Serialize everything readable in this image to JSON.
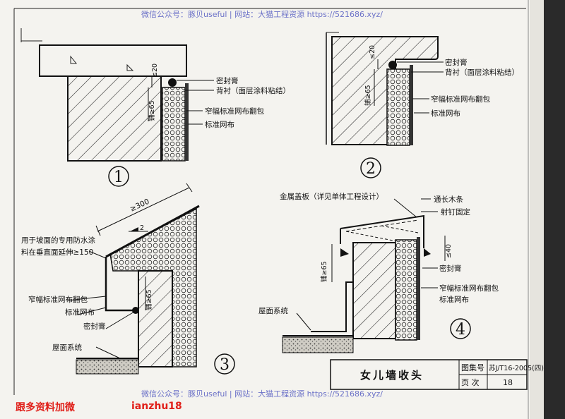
{
  "watermark": {
    "top": "微信公众号：豚贝useful | 网站：大猫工程资源 https://521686.xyz/",
    "bottom": "微信公众号：豚贝useful | 网站：大猫工程资源 https://521686.xyz/"
  },
  "detail1": {
    "number": "1",
    "dim_top": "≤20",
    "dim_side": "铺≥65",
    "labels": [
      "密封膏",
      "背衬（面层涂料粘结）",
      "窄幅标准网布翻包",
      "标准网布"
    ]
  },
  "detail2": {
    "number": "2",
    "dim_top": "≤20",
    "dim_side": "铺≥65",
    "labels": [
      "密封膏",
      "背衬（面层涂料粘结）",
      "窄幅标准网布翻包",
      "标准网布"
    ]
  },
  "detail3": {
    "number": "3",
    "dim_slope": "≥300",
    "slope_mark": "2",
    "dim_side": "铺≥65",
    "labels": [
      "用于坡面的专用防水涂",
      "料在垂直面延伸≥150",
      "窄幅标准网布翻包",
      "标准网布",
      "密封膏",
      "屋面系统"
    ]
  },
  "detail4": {
    "number": "4",
    "dim_left": "铺≥65",
    "dim_right": "≤40",
    "labels": [
      "金属盖板（详见单体工程设计）",
      "通长木条",
      "射钉固定",
      "密封膏",
      "窄幅标准网布翻包",
      "标准网布",
      "屋面系统"
    ]
  },
  "title_block": {
    "title": "女儿墙收头",
    "atlas_label": "图集号",
    "atlas_value": "苏J/T16-2005(四)",
    "page_label": "页  次",
    "page_value": "18"
  },
  "corner_text": {
    "left": "跟多资料加微",
    "right": "ianzhu18"
  }
}
